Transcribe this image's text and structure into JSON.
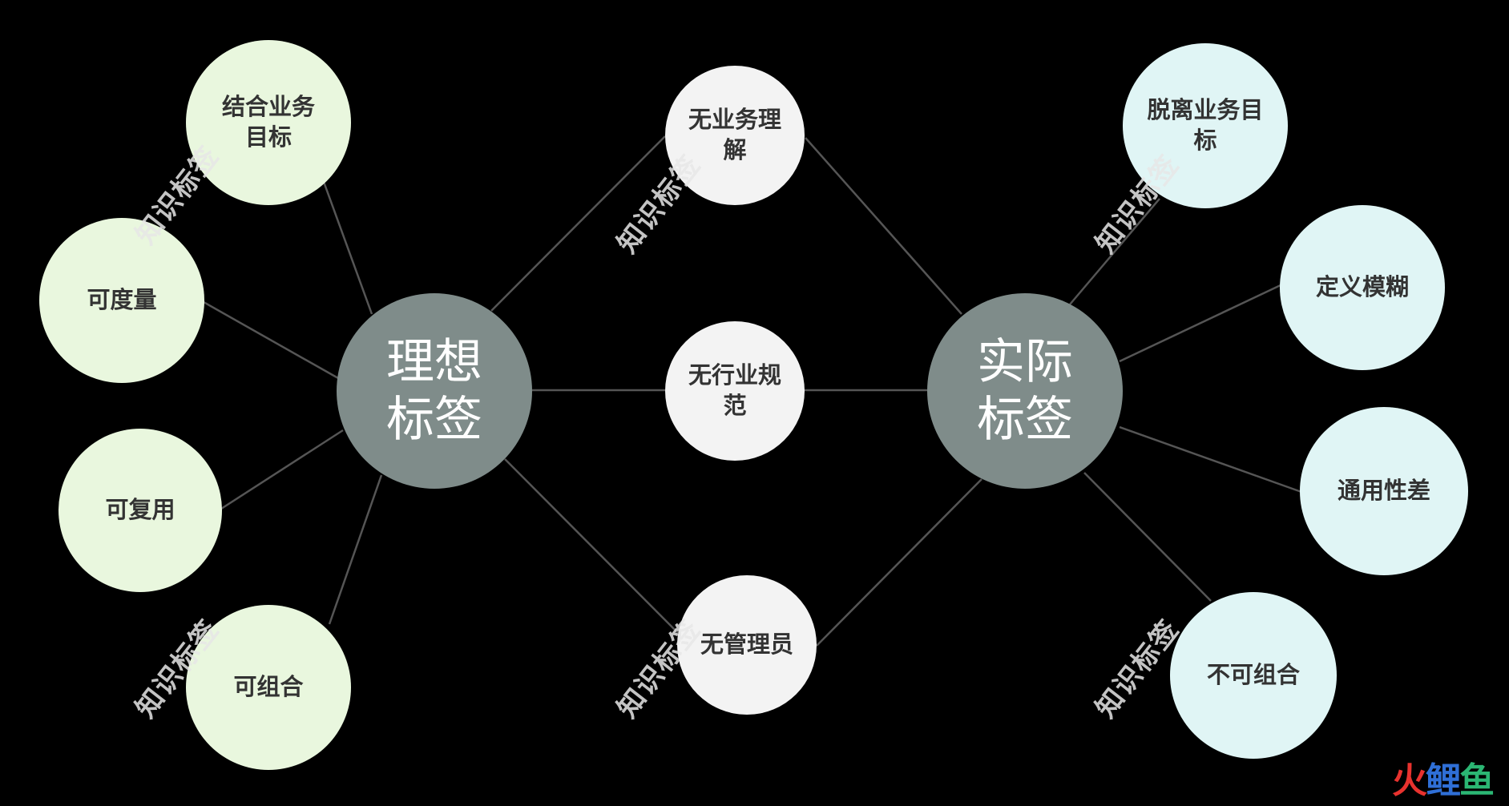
{
  "hubs": {
    "ideal": "理想标签",
    "actual": "实际标签"
  },
  "ideal_nodes": [
    "结合业务目标",
    "可度量",
    "可复用",
    "可组合"
  ],
  "middle_nodes": [
    "无业务理解",
    "无行业规范",
    "无管理员"
  ],
  "actual_nodes": [
    "脱离业务目标",
    "定义模糊",
    "通用性差",
    "不可组合"
  ],
  "watermark": "知识标签",
  "logo": {
    "part1": "火",
    "part2": "鲤",
    "part3": "鱼"
  },
  "colors": {
    "background": "#000000",
    "hub": "#7f8c8a",
    "ideal_leaf": "#e9f7de",
    "middle_leaf": "#f3f3f3",
    "actual_leaf": "#e0f5f5",
    "connector": "#555555"
  }
}
